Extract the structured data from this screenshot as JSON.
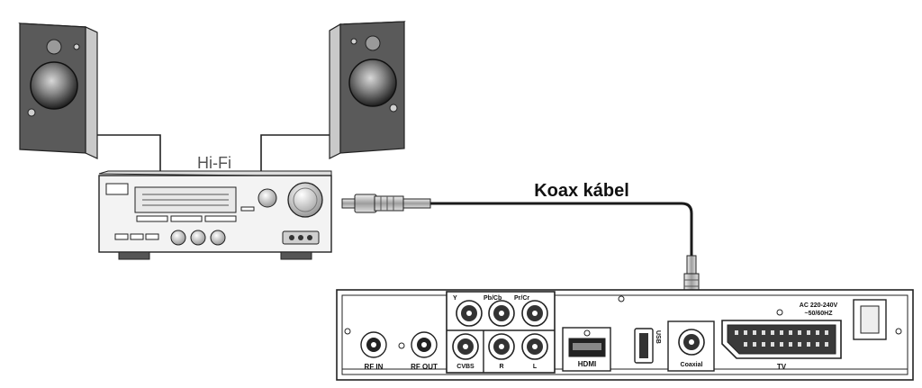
{
  "labels": {
    "hifi": "Hi-Fi",
    "cable": "Koax kábel",
    "rf_in": "RF IN",
    "rf_out": "RF OUT",
    "y": "Y",
    "pb_cb": "Pb/Cb",
    "pr_cr": "Pr/Cr",
    "cvbs": "CVBS",
    "r": "R",
    "l": "L",
    "hdmi": "HDMI",
    "usb": "USB",
    "coaxial": "Coaxial",
    "tv": "TV",
    "power_line1": "AC 220-240V",
    "power_line2": "~50/60HZ"
  },
  "colors": {
    "line": "#222222",
    "speaker_face": "#5a5a5a",
    "speaker_side": "#c9c9c9",
    "speaker_top": "#e6e6e6",
    "device_body": "#f3f3f3",
    "hifi_label": "#555555",
    "cable": "#1a1a1a"
  }
}
